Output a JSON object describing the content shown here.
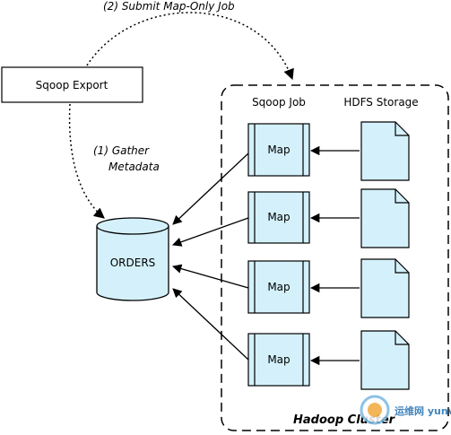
{
  "nodes": {
    "sqoop_export": "Sqoop Export",
    "orders": "ORDERS",
    "sqoop_job": "Sqoop Job",
    "hdfs_storage": "HDFS Storage",
    "map": "Map",
    "cluster": "Hadoop Cluster"
  },
  "edges": {
    "submit": "(2) Submit Map-Only Job",
    "gather_line1": "(1) Gather",
    "gather_line2": "Metadata"
  },
  "watermark": "运维网 yunv.com",
  "colors": {
    "fill": "#d4f1fb",
    "stroke": "#000000"
  }
}
